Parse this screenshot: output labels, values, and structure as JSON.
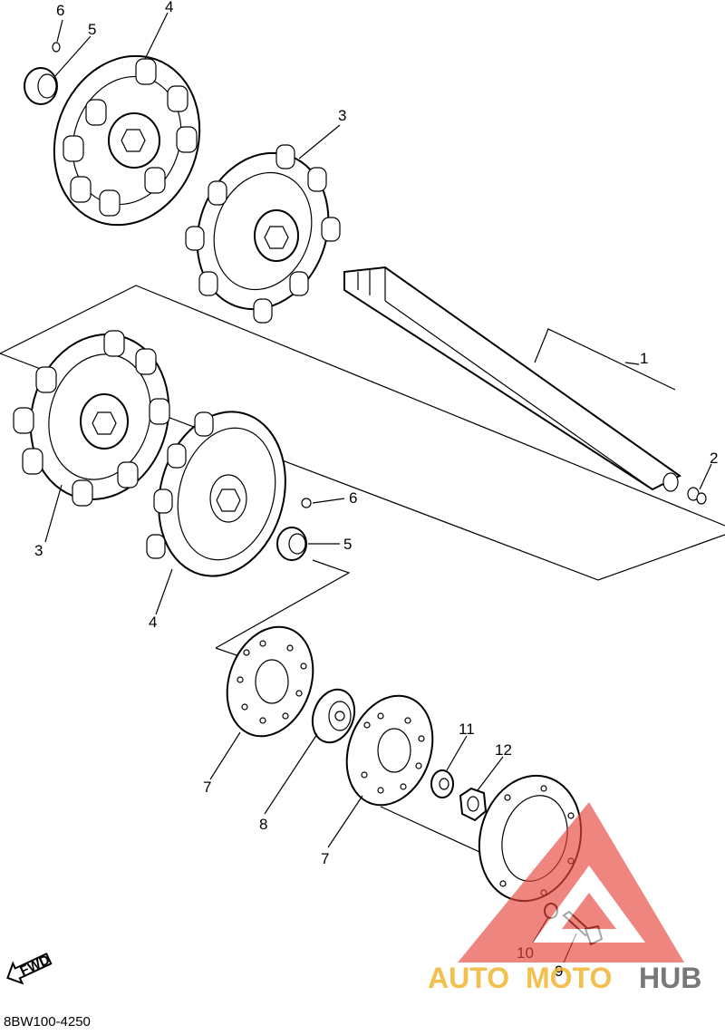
{
  "diagram": {
    "callouts": {
      "c1": "1",
      "c2": "2",
      "c3_top": "3",
      "c3_left": "3",
      "c4_top": "4",
      "c4_mid": "4",
      "c5_top": "5",
      "c5_mid": "5",
      "c6_top": "6",
      "c6_mid": "6",
      "c7_left": "7",
      "c7_right": "7",
      "c8": "8",
      "c9": "9",
      "c10": "10",
      "c11": "11",
      "c12": "12"
    },
    "fwd_label": "FWD",
    "reference_code": "8BW100-4250"
  },
  "watermark": {
    "text_auto": "AUTO",
    "text_moto": "MOTO",
    "text_hub": "HUB",
    "colors": {
      "auto": "#f2b632",
      "moto": "#f2b632",
      "hub": "#6a6a6a",
      "triangle": "#e8453c"
    }
  }
}
